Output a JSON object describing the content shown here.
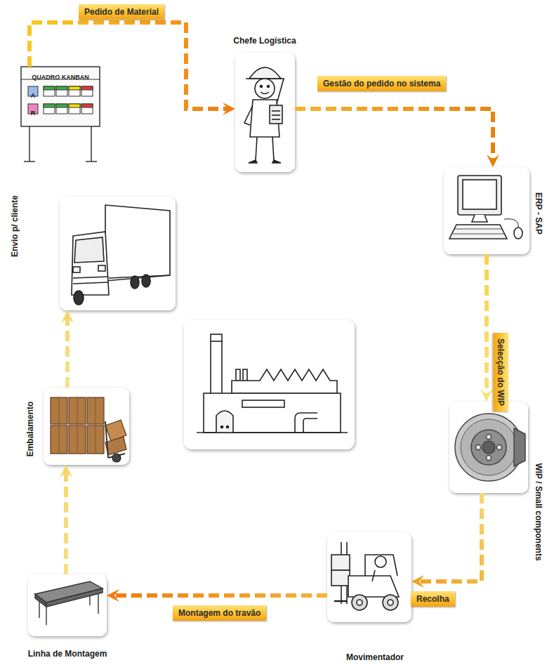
{
  "diagram": {
    "nodes": [
      {
        "text": [
          "QUADRO KANBAN",
          "A",
          "R"
        ]
      },
      {
        "text": [
          "Chefe Logística"
        ]
      },
      {
        "text": [
          "ERP - SAP"
        ]
      },
      {
        "text": [
          "WIP / Small components"
        ]
      },
      {
        "text": [
          "Movimentador"
        ]
      },
      {
        "text": [
          "Linha de Montagem"
        ]
      },
      {
        "text": [
          "Embalamento"
        ]
      },
      {
        "text": [
          "Envio p/ cliente"
        ]
      }
    ],
    "edges": [
      {
        "from": 0,
        "to": 1,
        "arrow": "to",
        "label": "Pedido de Material"
      },
      {
        "from": 1,
        "to": 2,
        "arrow": "to",
        "label": "Gestão do pedido no sistema"
      },
      {
        "from": 2,
        "to": 3,
        "arrow": "to",
        "label": "Selecção do WIP"
      },
      {
        "from": 3,
        "to": 4,
        "arrow": "to",
        "label": "Recolha"
      },
      {
        "from": 4,
        "to": 5,
        "arrow": "to",
        "label": "Montagem do travão"
      },
      {
        "from": 5,
        "to": 6,
        "arrow": "to"
      },
      {
        "from": 6,
        "to": 7,
        "arrow": "to"
      }
    ]
  }
}
